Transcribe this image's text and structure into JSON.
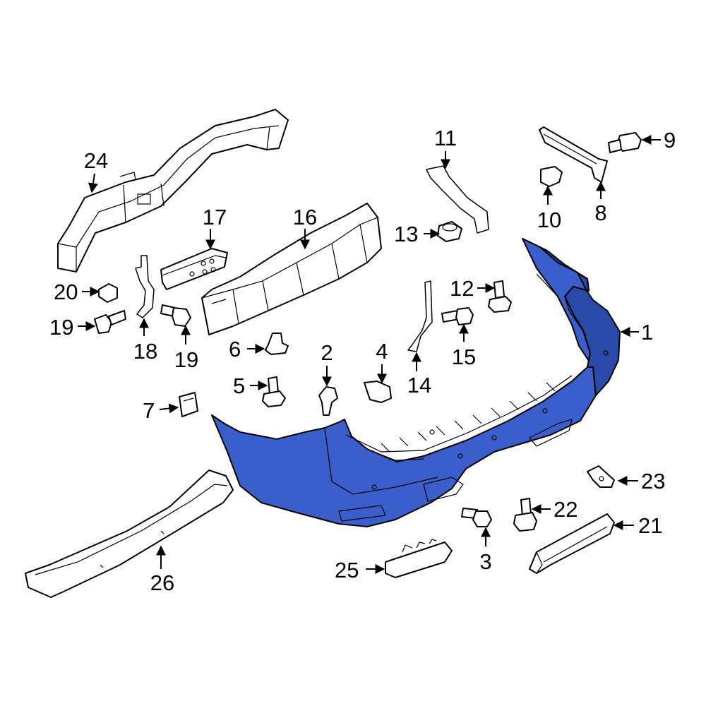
{
  "colors": {
    "highlight": "#3a5fcd",
    "highlight_dark": "#2b49a8",
    "line": "#000000",
    "background": "#ffffff"
  },
  "callouts": {
    "c1": "1",
    "c2": "2",
    "c3": "3",
    "c4": "4",
    "c5": "5",
    "c6": "6",
    "c7": "7",
    "c8": "8",
    "c9": "9",
    "c10": "10",
    "c11": "11",
    "c12": "12",
    "c13": "13",
    "c14": "14",
    "c15": "15",
    "c16": "16",
    "c17": "17",
    "c18": "18",
    "c19a": "19",
    "c19b": "19",
    "c20": "20",
    "c21": "21",
    "c22": "22",
    "c23": "23",
    "c24": "24",
    "c25": "25",
    "c26": "26"
  }
}
